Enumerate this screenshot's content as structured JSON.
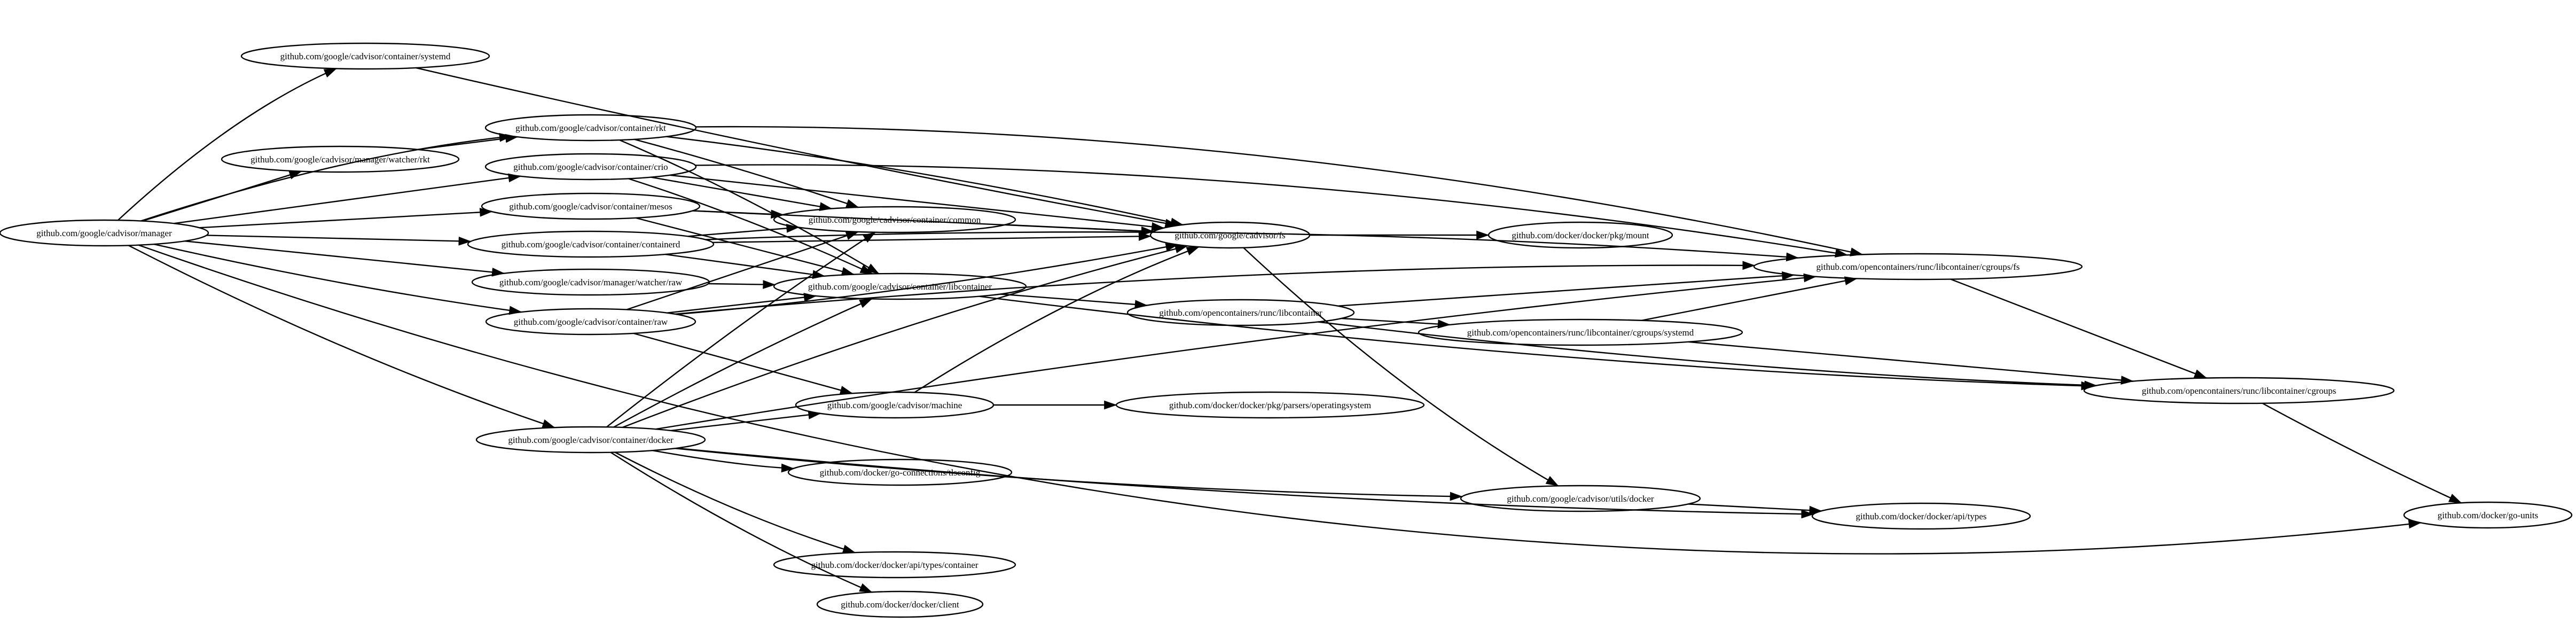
{
  "nodes": [
    {
      "id": "manager",
      "label": "github.com/google/cadvisor/manager"
    },
    {
      "id": "systemd",
      "label": "github.com/google/cadvisor/container/systemd"
    },
    {
      "id": "watcher_rkt",
      "label": "github.com/google/cadvisor/manager/watcher/rkt"
    },
    {
      "id": "rkt",
      "label": "github.com/google/cadvisor/container/rkt"
    },
    {
      "id": "crio",
      "label": "github.com/google/cadvisor/container/crio"
    },
    {
      "id": "mesos",
      "label": "github.com/google/cadvisor/container/mesos"
    },
    {
      "id": "containerd",
      "label": "github.com/google/cadvisor/container/containerd"
    },
    {
      "id": "watcher_raw",
      "label": "github.com/google/cadvisor/manager/watcher/raw"
    },
    {
      "id": "raw",
      "label": "github.com/google/cadvisor/container/raw"
    },
    {
      "id": "docker",
      "label": "github.com/google/cadvisor/container/docker"
    },
    {
      "id": "common",
      "label": "github.com/google/cadvisor/container/common"
    },
    {
      "id": "libcontainer",
      "label": "github.com/google/cadvisor/container/libcontainer"
    },
    {
      "id": "machine",
      "label": "github.com/google/cadvisor/machine"
    },
    {
      "id": "tlsconfig",
      "label": "github.com/docker/go-connections/tlsconfig"
    },
    {
      "id": "api_container",
      "label": "github.com/docker/docker/api/types/container"
    },
    {
      "id": "client",
      "label": "github.com/docker/docker/client"
    },
    {
      "id": "fs",
      "label": "github.com/google/cadvisor/fs"
    },
    {
      "id": "runc_libcontainer",
      "label": "github.com/opencontainers/runc/libcontainer"
    },
    {
      "id": "opsys",
      "label": "github.com/docker/docker/pkg/parsers/operatingsystem"
    },
    {
      "id": "mount",
      "label": "github.com/docker/docker/pkg/mount"
    },
    {
      "id": "cg_systemd",
      "label": "github.com/opencontainers/runc/libcontainer/cgroups/systemd"
    },
    {
      "id": "utils_docker",
      "label": "github.com/google/cadvisor/utils/docker"
    },
    {
      "id": "cg_fs",
      "label": "github.com/opencontainers/runc/libcontainer/cgroups/fs"
    },
    {
      "id": "cgroups",
      "label": "github.com/opencontainers/runc/libcontainer/cgroups"
    },
    {
      "id": "api_types",
      "label": "github.com/docker/docker/api/types"
    },
    {
      "id": "go_units",
      "label": "github.com/docker/go-units"
    }
  ],
  "edges": [
    [
      "manager",
      "systemd"
    ],
    [
      "manager",
      "watcher_rkt"
    ],
    [
      "manager",
      "rkt"
    ],
    [
      "manager",
      "crio"
    ],
    [
      "manager",
      "mesos"
    ],
    [
      "manager",
      "containerd"
    ],
    [
      "manager",
      "watcher_raw"
    ],
    [
      "manager",
      "raw"
    ],
    [
      "manager",
      "docker"
    ],
    [
      "manager",
      "go_units"
    ],
    [
      "systemd",
      "fs"
    ],
    [
      "watcher_rkt",
      "rkt"
    ],
    [
      "rkt",
      "common"
    ],
    [
      "rkt",
      "libcontainer"
    ],
    [
      "rkt",
      "fs"
    ],
    [
      "rkt",
      "cg_fs"
    ],
    [
      "crio",
      "common"
    ],
    [
      "crio",
      "libcontainer"
    ],
    [
      "crio",
      "fs"
    ],
    [
      "crio",
      "cg_fs"
    ],
    [
      "mesos",
      "common"
    ],
    [
      "mesos",
      "libcontainer"
    ],
    [
      "mesos",
      "fs"
    ],
    [
      "containerd",
      "common"
    ],
    [
      "containerd",
      "libcontainer"
    ],
    [
      "containerd",
      "fs"
    ],
    [
      "containerd",
      "cg_fs"
    ],
    [
      "watcher_raw",
      "libcontainer"
    ],
    [
      "raw",
      "common"
    ],
    [
      "raw",
      "libcontainer"
    ],
    [
      "raw",
      "fs"
    ],
    [
      "raw",
      "machine"
    ],
    [
      "raw",
      "cg_fs"
    ],
    [
      "docker",
      "common"
    ],
    [
      "docker",
      "libcontainer"
    ],
    [
      "docker",
      "fs"
    ],
    [
      "docker",
      "machine"
    ],
    [
      "docker",
      "tlsconfig"
    ],
    [
      "docker",
      "api_container"
    ],
    [
      "docker",
      "client"
    ],
    [
      "docker",
      "utils_docker"
    ],
    [
      "docker",
      "api_types"
    ],
    [
      "docker",
      "cg_fs"
    ],
    [
      "common",
      "fs"
    ],
    [
      "libcontainer",
      "runc_libcontainer"
    ],
    [
      "libcontainer",
      "cgroups"
    ],
    [
      "machine",
      "opsys"
    ],
    [
      "machine",
      "fs"
    ],
    [
      "fs",
      "mount"
    ],
    [
      "fs",
      "utils_docker"
    ],
    [
      "runc_libcontainer",
      "cg_systemd"
    ],
    [
      "runc_libcontainer",
      "cg_fs"
    ],
    [
      "runc_libcontainer",
      "cgroups"
    ],
    [
      "cg_systemd",
      "cg_fs"
    ],
    [
      "cg_systemd",
      "cgroups"
    ],
    [
      "cg_fs",
      "cgroups"
    ],
    [
      "cgroups",
      "go_units"
    ],
    [
      "utils_docker",
      "api_types"
    ]
  ]
}
